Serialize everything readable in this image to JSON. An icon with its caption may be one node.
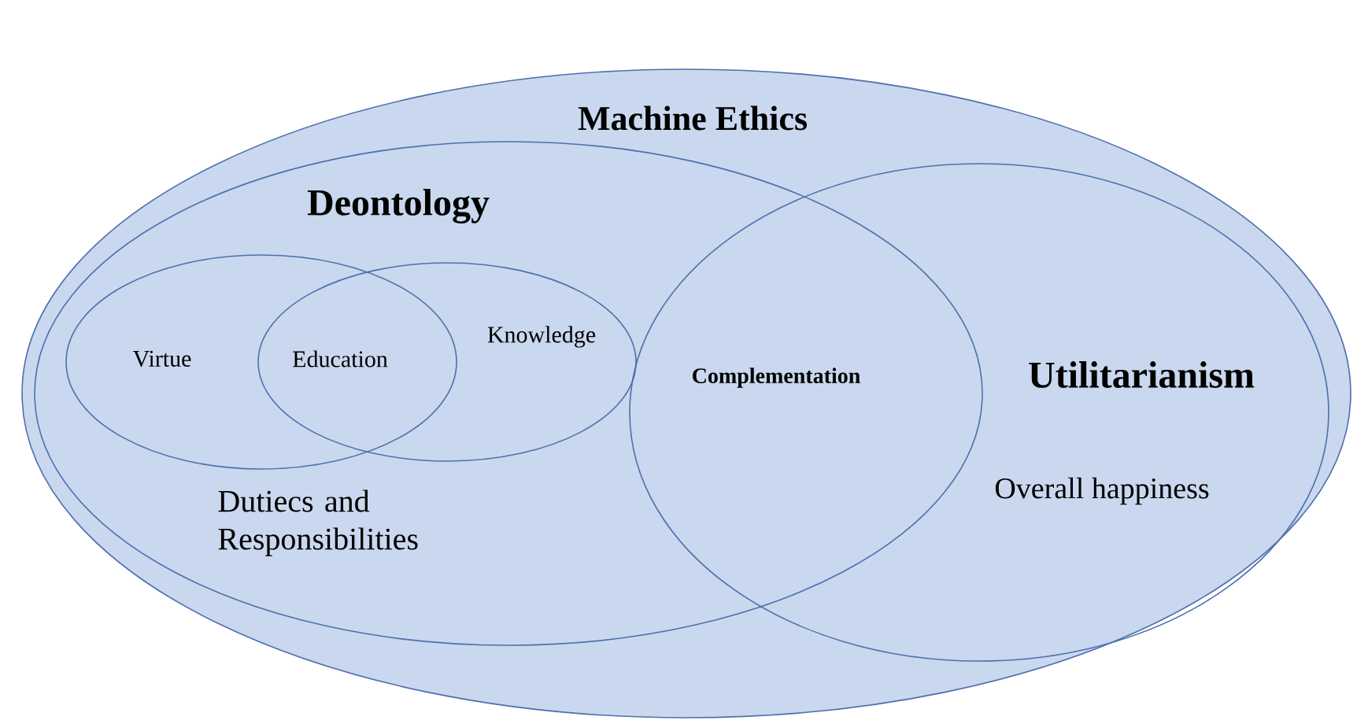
{
  "diagram": {
    "nodes": [
      {
        "text": [
          "Machine Ethics"
        ]
      },
      {
        "text": [
          "Deontology",
          "Dutiecs and Responsibilities"
        ],
        "in": 0
      },
      {
        "text": [
          "Utilitarianism",
          "Overall happiness"
        ],
        "in": 0
      },
      {
        "text": [
          "Virtue"
        ],
        "in": 1
      },
      {
        "text": [
          "Knowledge"
        ],
        "in": 1
      }
    ],
    "labels": [
      "Education",
      "Complementation"
    ]
  }
}
